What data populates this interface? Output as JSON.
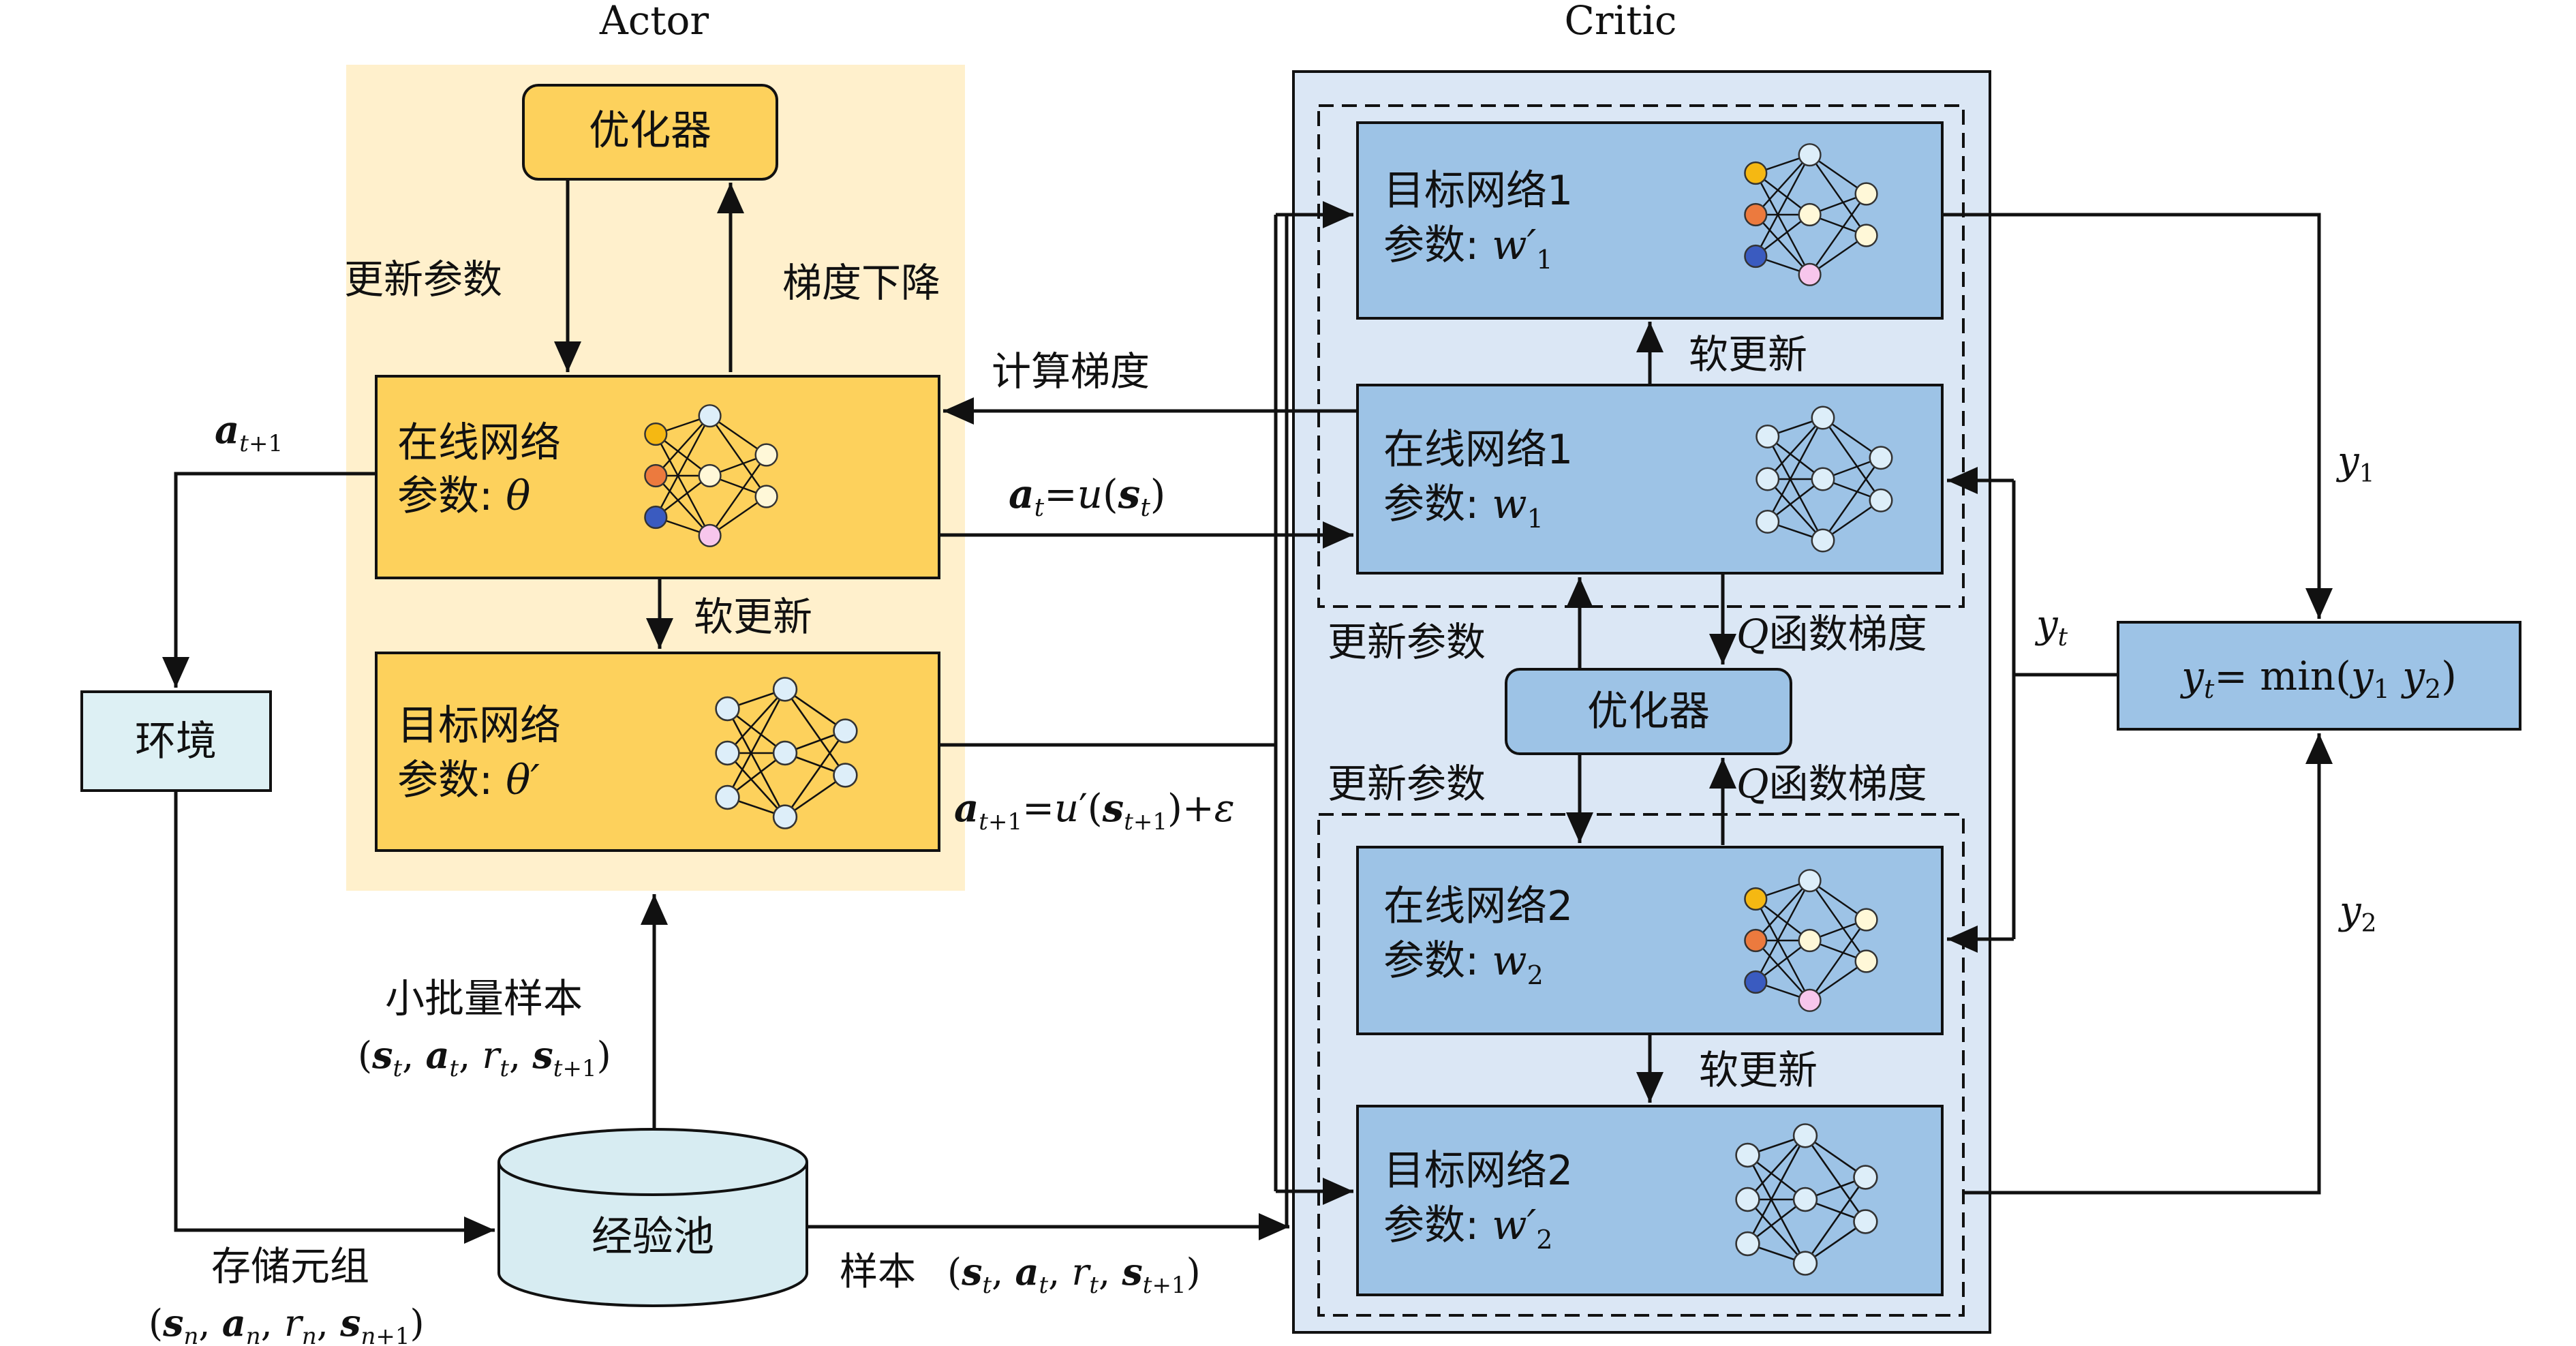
{
  "actor": {
    "title": "Actor",
    "optimizer": "优化器",
    "update_params": "更新参数",
    "grad_descent": "梯度下降",
    "online_net": {
      "title": "在线网络",
      "param_label": "参数: ",
      "param_symbol": "θ"
    },
    "soft_update": "软更新",
    "target_net": {
      "title": "目标网络",
      "param_label": "参数: ",
      "param_symbol": "θ′"
    }
  },
  "critic": {
    "title": "Critic",
    "target_net1": {
      "title": "目标网络1",
      "param_label": "参数: ",
      "param_symbol": "w′",
      "param_sub": "1"
    },
    "soft_update1": "软更新",
    "online_net1": {
      "title": "在线网络1",
      "param_label": "参数: ",
      "param_symbol": "w",
      "param_sub": "1"
    },
    "update_params_top": "更新参数",
    "q_grad_top": "函数梯度",
    "optimizer": "优化器",
    "update_params_bottom": "更新参数",
    "q_grad_bottom": "函数梯度",
    "online_net2": {
      "title": "在线网络2",
      "param_label": "参数: ",
      "param_symbol": "w",
      "param_sub": "2"
    },
    "soft_update2": "软更新",
    "target_net2": {
      "title": "目标网络2",
      "param_label": "参数: ",
      "param_symbol": "w′",
      "param_sub": "2"
    }
  },
  "labels": {
    "compute_grad": "计算梯度",
    "env": "环境",
    "replay": "经验池",
    "mini_batch": "小批量样本",
    "store_tuple": "存储元组",
    "sample": "样本",
    "min_box": "min",
    "q_letter": "Q"
  },
  "colors": {
    "actor_bg": "#fff0cc",
    "actor_box": "#fdd15c",
    "critic_bg": "#dbe7f5",
    "critic_box": "#9dc3e6",
    "env_fill": "#ddf0f4",
    "node_blue": "#ddeef9",
    "node_orange": "#f5b812",
    "node_red": "#ec7a3e",
    "node_navy": "#3a5bc0",
    "node_pink": "#f7c6ec",
    "node_cream": "#fff8d8"
  }
}
